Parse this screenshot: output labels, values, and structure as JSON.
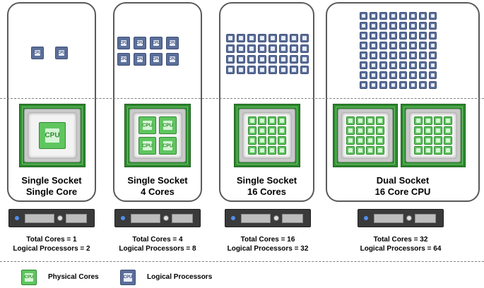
{
  "columns": [
    {
      "title_line1": "Single Socket",
      "title_line2": "Single Core",
      "total_cores": "Total Cores = 1",
      "logical_processors": "Logical Processors = 2",
      "sockets": 1,
      "cores_per_socket": 1,
      "logical_count": 2
    },
    {
      "title_line1": "Single Socket",
      "title_line2": "4 Cores",
      "total_cores": "Total Cores = 4",
      "logical_processors": "Logical Processors = 8",
      "sockets": 1,
      "cores_per_socket": 4,
      "logical_count": 8
    },
    {
      "title_line1": "Single Socket",
      "title_line2": "16 Cores",
      "total_cores": "Total Cores = 16",
      "logical_processors": "Logical Processors = 32",
      "sockets": 1,
      "cores_per_socket": 16,
      "logical_count": 32
    },
    {
      "title_line1": "Dual Socket",
      "title_line2": "16 Core CPU",
      "total_cores": "Total Cores = 32",
      "logical_processors": "Logical Processors = 64",
      "sockets": 2,
      "cores_per_socket": 16,
      "logical_count": 64
    }
  ],
  "chip_label": "CPU",
  "legend": {
    "physical": "Physical Cores",
    "logical": "Logical Processors"
  },
  "colors": {
    "physical_core": "#5fc65f",
    "logical_processor": "#5b6f9a",
    "board": "#2e8b2e"
  },
  "icons": {
    "physical": "green-cpu-chip-icon",
    "logical": "blue-cpu-chip-icon",
    "server": "rack-server-icon"
  }
}
